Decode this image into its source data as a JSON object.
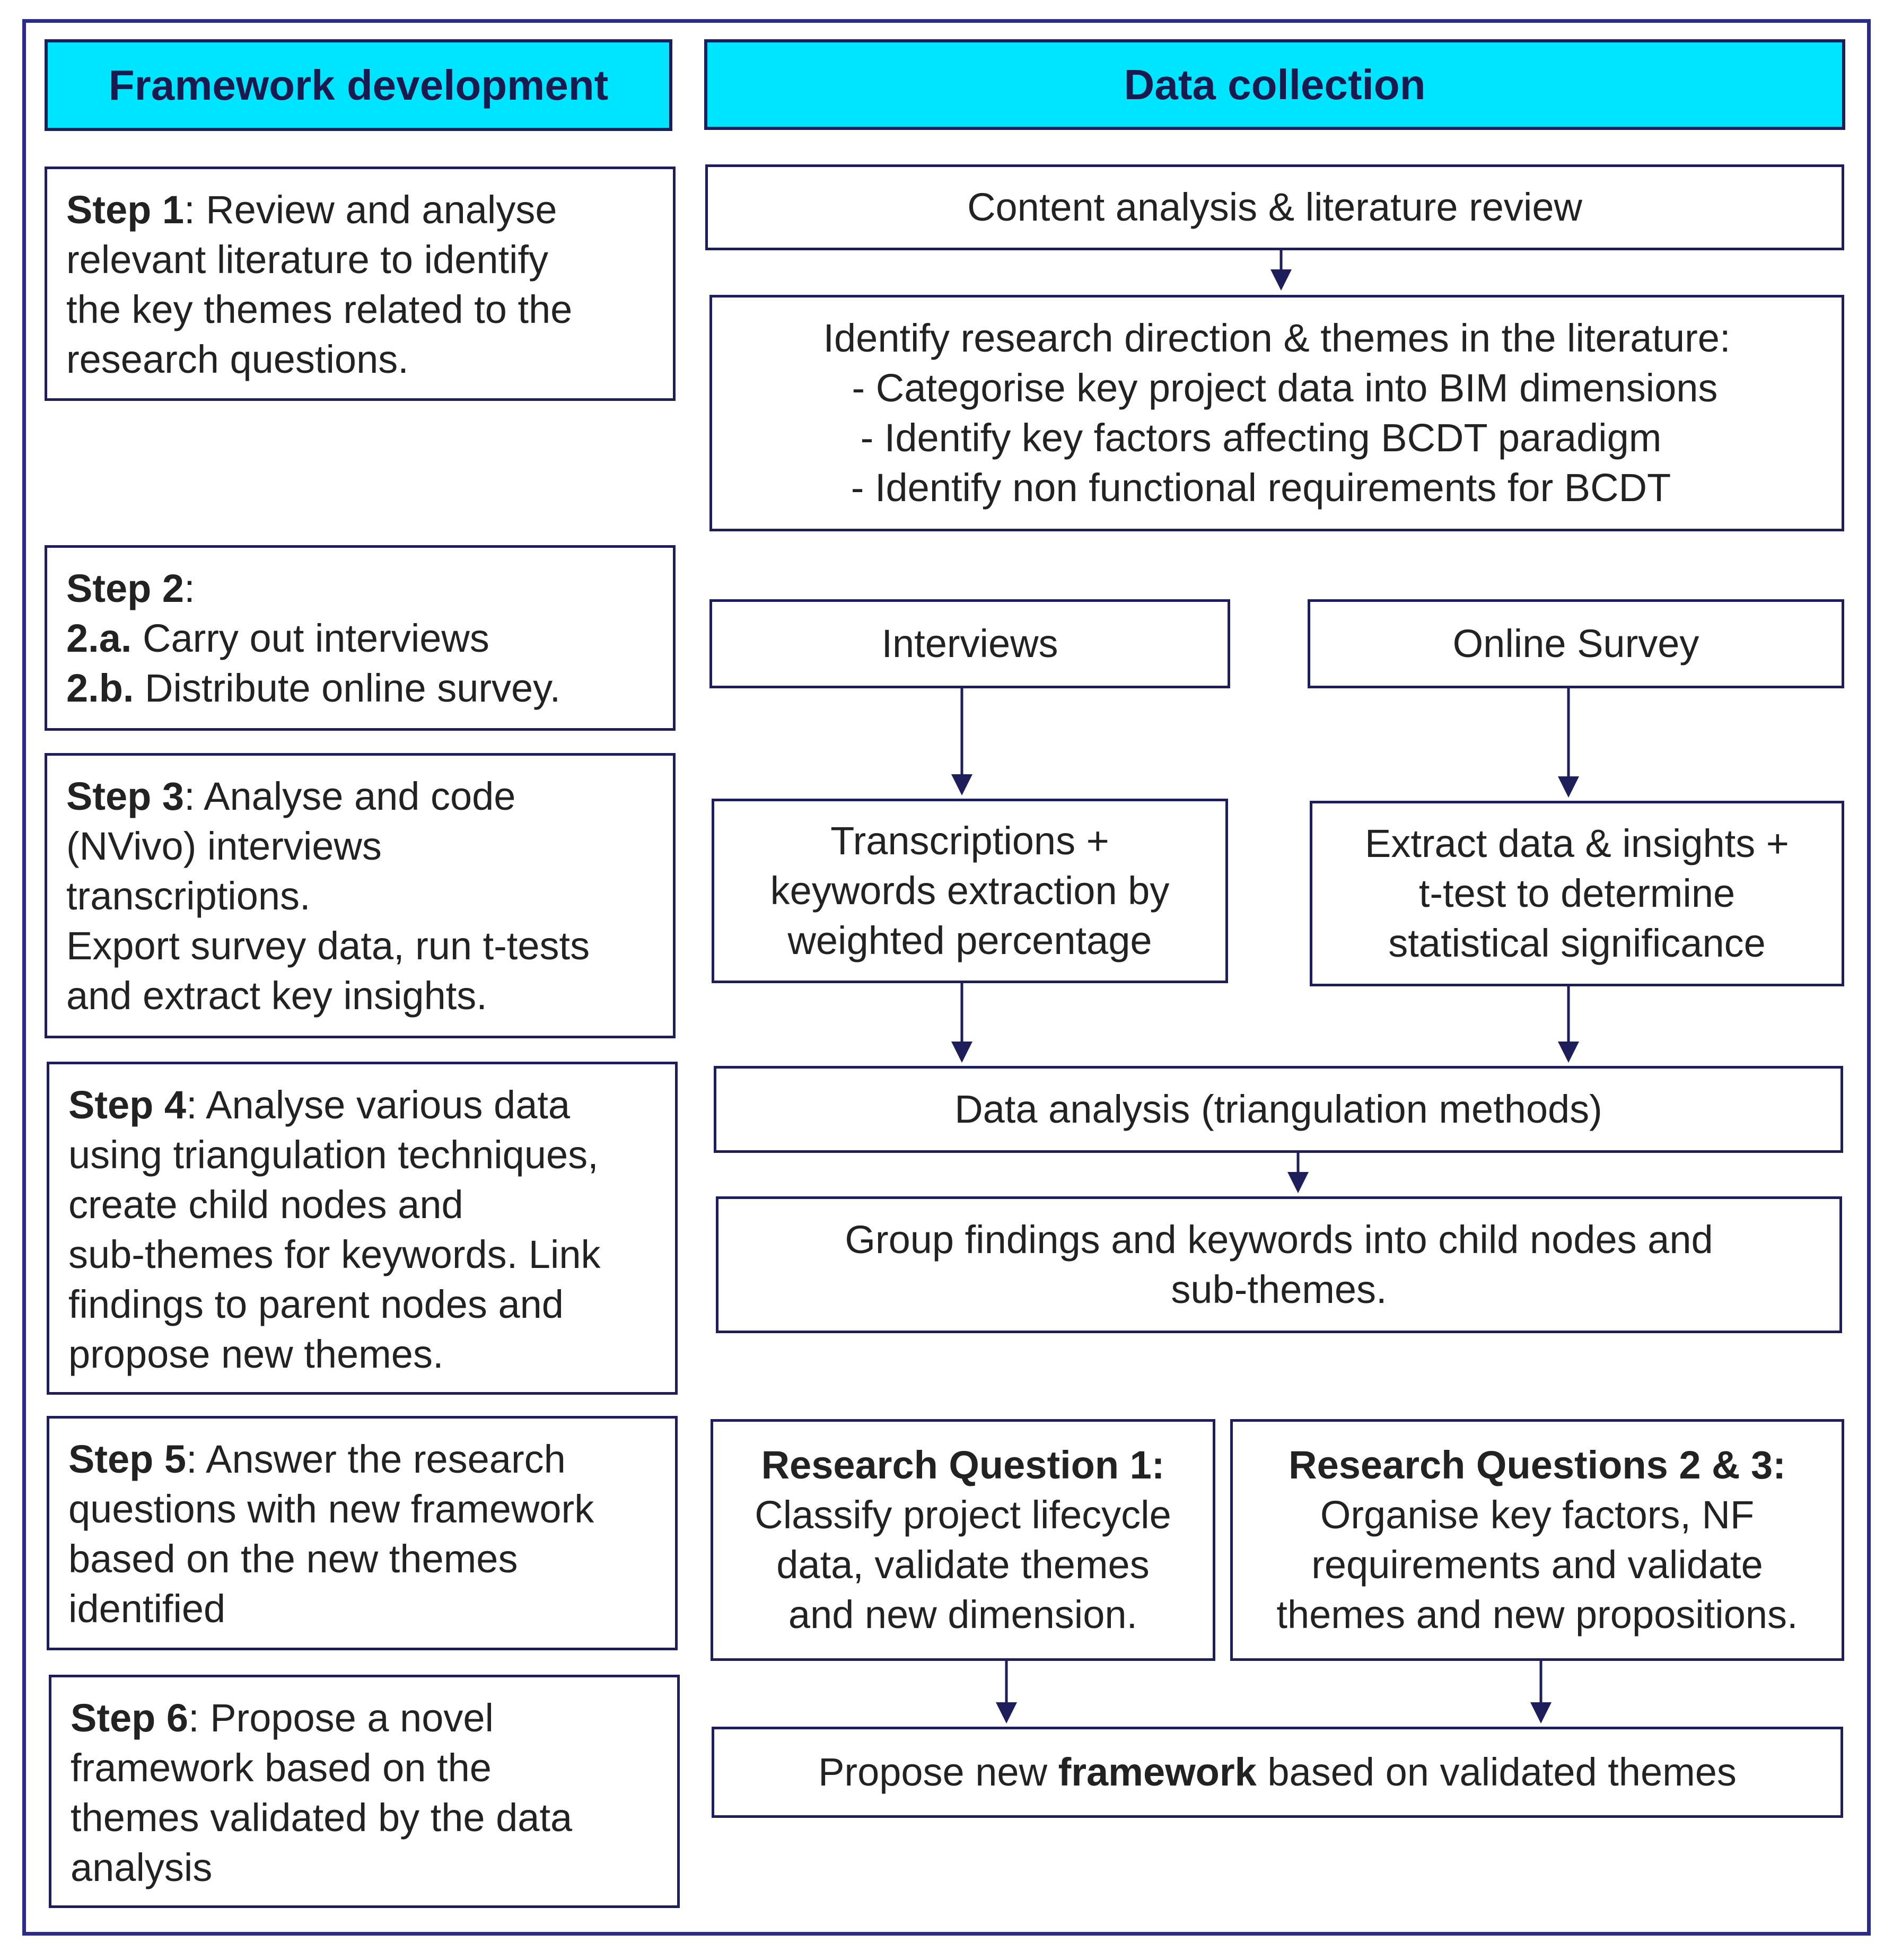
{
  "headers": {
    "framework": "Framework development",
    "data_collection": "Data collection"
  },
  "steps": [
    {
      "label": "Step 1",
      "lines": [
        {
          "lead": "Step 1",
          "text": ": Review and analyse"
        },
        {
          "text": "relevant literature to identify"
        },
        {
          "text": "the key themes related to the"
        },
        {
          "text": "research questions."
        }
      ]
    },
    {
      "label": "Step 2",
      "lines": [
        {
          "lead": "Step 2",
          "text": ":"
        },
        {
          "lead": "2.a.",
          "text": " Carry out interviews"
        },
        {
          "lead": "2.b.",
          "text": " Distribute online survey."
        }
      ]
    },
    {
      "label": "Step 3",
      "lines": [
        {
          "lead": "Step 3",
          "text": ": Analyse and code"
        },
        {
          "text": "(NVivo) interviews"
        },
        {
          "text": "transcriptions."
        },
        {
          "text": "Export survey data, run t-tests"
        },
        {
          "text": "and extract key insights."
        }
      ]
    },
    {
      "label": "Step 4",
      "lines": [
        {
          "lead": "Step 4",
          "text": ": Analyse various data"
        },
        {
          "text": "using triangulation techniques,"
        },
        {
          "text": "create child nodes and"
        },
        {
          "text": "sub-themes for keywords. Link"
        },
        {
          "text": "findings to parent nodes and"
        },
        {
          "text": "propose new themes."
        }
      ]
    },
    {
      "label": "Step 5",
      "lines": [
        {
          "lead": "Step 5",
          "text": ": Answer the research"
        },
        {
          "text": "questions with new framework"
        },
        {
          "text": "based on the new  themes"
        },
        {
          "text": "identified"
        }
      ]
    },
    {
      "label": "Step 6",
      "lines": [
        {
          "lead": "Step 6",
          "text": ": Propose a novel"
        },
        {
          "text": "framework based on the"
        },
        {
          "text": "themes validated by the data"
        },
        {
          "text": "analysis"
        }
      ]
    }
  ],
  "flow": {
    "content_analysis": "Content analysis & literature review",
    "identify": {
      "title": "Identify research direction & themes in the literature:",
      "items": [
        "- Categorise key project data into BIM dimensions",
        "- Identify key factors affecting BCDT paradigm",
        "- Identify non functional requirements for BCDT"
      ]
    },
    "interviews": "Interviews",
    "online_survey": "Online Survey",
    "transcriptions": [
      "Transcriptions +",
      "keywords extraction by",
      "weighted percentage"
    ],
    "extract": [
      "Extract data & insights +",
      "t-test to determine",
      "statistical significance"
    ],
    "data_analysis": "Data analysis (triangulation methods)",
    "group_findings": [
      "Group findings and keywords into child nodes and",
      "sub-themes."
    ],
    "rq1": {
      "title": "Research Question 1:",
      "lines": [
        "Classify project lifecycle",
        "data, validate themes",
        "and new dimension."
      ]
    },
    "rq23": {
      "title": "Research Questions 2 & 3:",
      "lines": [
        "Organise key factors, NF",
        "requirements and validate",
        "themes and new propositions."
      ]
    },
    "propose": {
      "before": "Propose new ",
      "bold": "framework",
      "after": " based on validated themes"
    }
  },
  "colors": {
    "header_fill": "#00e5ff",
    "frame": "#2b2b8c",
    "box_border": "#1e1e5a",
    "arrow": "#1e1e5a"
  }
}
